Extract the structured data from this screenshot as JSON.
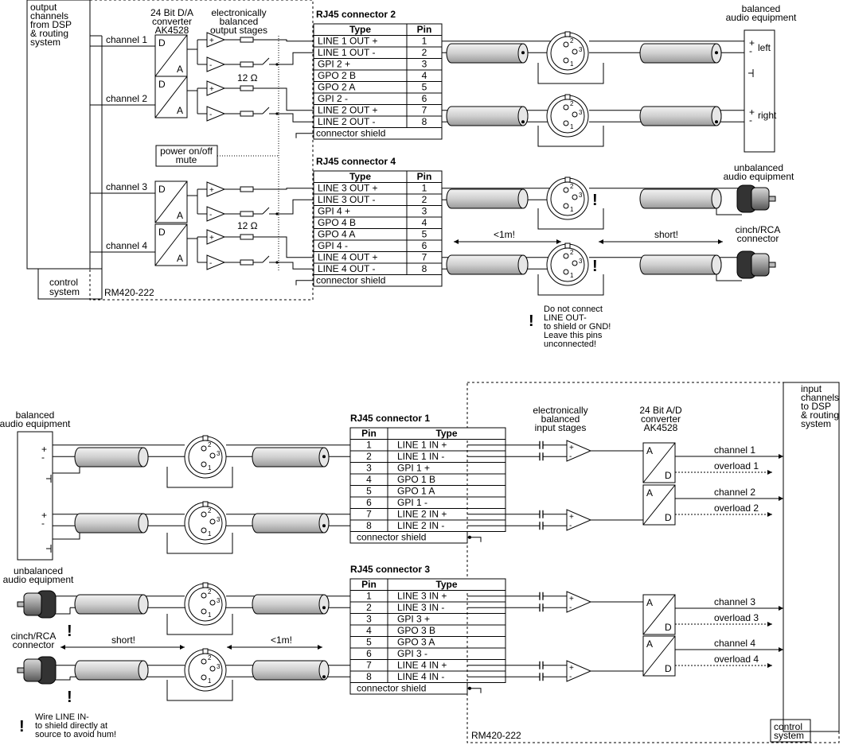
{
  "top": {
    "output_block": [
      "output",
      "channels",
      "from DSP",
      "& routing",
      "system"
    ],
    "dac_label": [
      "24 Bit D/A",
      "converter",
      "AK4528"
    ],
    "stage_label": [
      "electronically",
      "balanced",
      "output stages"
    ],
    "channels": [
      "channel 1",
      "channel 2",
      "channel 3",
      "channel 4"
    ],
    "resistor_top": "12 Ω",
    "resistor_bottom": "12 Ω",
    "mute": [
      "power on/off",
      "mute"
    ],
    "control_system": [
      "control",
      "system"
    ],
    "device": "RM420-222",
    "conn_a": {
      "title": "RJ45 connector 2",
      "header": [
        "Type",
        "Pin"
      ],
      "rows": [
        [
          "LINE 1 OUT +",
          "1"
        ],
        [
          "LINE 1 OUT -",
          "2"
        ],
        [
          "GPI 2 +",
          "3"
        ],
        [
          "GPO 2 B",
          "4"
        ],
        [
          "GPO 2 A",
          "5"
        ],
        [
          "GPI 2 -",
          "6"
        ],
        [
          "LINE 2 OUT +",
          "7"
        ],
        [
          "LINE 2 OUT -",
          "8"
        ]
      ],
      "shield": "connector shield"
    },
    "conn_b": {
      "title": "RJ45 connector 4",
      "header": [
        "Type",
        "Pin"
      ],
      "rows": [
        [
          "LINE 3 OUT +",
          "1"
        ],
        [
          "LINE 3 OUT -",
          "2"
        ],
        [
          "GPI 4 +",
          "3"
        ],
        [
          "GPO 4 B",
          "4"
        ],
        [
          "GPO 4 A",
          "5"
        ],
        [
          "GPI 4 -",
          "6"
        ],
        [
          "LINE 4 OUT +",
          "7"
        ],
        [
          "LINE 4 OUT -",
          "8"
        ]
      ],
      "shield": "connector shield"
    },
    "balanced_equipment": [
      "balanced",
      "audio equipment"
    ],
    "left": "left",
    "right": "right",
    "unbalanced_equipment": [
      "unbalanced",
      "audio equipment"
    ],
    "cinch": [
      "cinch/RCA",
      "connector"
    ],
    "dist_short": "<1m!",
    "dist_long": "short!",
    "warning": [
      "Do not connect",
      "LINE OUT-",
      "to shield or GND!",
      "Leave this pins",
      "unconnected!"
    ]
  },
  "bottom": {
    "balanced_equipment": [
      "balanced",
      "audio equipment"
    ],
    "unbalanced_equipment": [
      "unbalanced",
      "audio equipment"
    ],
    "cinch": [
      "cinch/RCA",
      "connector"
    ],
    "dist_short": "<1m!",
    "dist_long": "short!",
    "warning": [
      "Wire LINE IN-",
      "to shield directly at",
      "source to avoid hum!"
    ],
    "stage_label": [
      "electronically",
      "balanced",
      "input stages"
    ],
    "adc_label": [
      "24 Bit A/D",
      "converter",
      "AK4528"
    ],
    "input_block": [
      "input",
      "channels",
      "to DSP",
      "& routing",
      "system"
    ],
    "control_system": [
      "control",
      "system"
    ],
    "device": "RM420-222",
    "outputs": [
      "channel 1",
      "overload 1",
      "channel 2",
      "overload 2",
      "channel 3",
      "overload 3",
      "channel 4",
      "overload 4"
    ],
    "conn_a": {
      "title": "RJ45 connector 1",
      "header": [
        "Pin",
        "Type"
      ],
      "rows": [
        [
          "1",
          "LINE 1 IN +"
        ],
        [
          "2",
          "LINE 1 IN -"
        ],
        [
          "3",
          "GPI 1 +"
        ],
        [
          "4",
          "GPO 1 B"
        ],
        [
          "5",
          "GPO 1 A"
        ],
        [
          "6",
          "GPI 1 -"
        ],
        [
          "7",
          "LINE 2 IN +"
        ],
        [
          "8",
          "LINE 2 IN -"
        ]
      ],
      "shield": "connector shield"
    },
    "conn_b": {
      "title": "RJ45 connector 3",
      "header": [
        "Pin",
        "Type"
      ],
      "rows": [
        [
          "1",
          "LINE 3 IN +"
        ],
        [
          "2",
          "LINE 3 IN -"
        ],
        [
          "3",
          "GPI 3 +"
        ],
        [
          "4",
          "GPO 3 B"
        ],
        [
          "5",
          "GPO 3 A"
        ],
        [
          "6",
          "GPI 3 -"
        ],
        [
          "7",
          "LINE 4 IN +"
        ],
        [
          "8",
          "LINE 4 IN -"
        ]
      ],
      "shield": "connector shield"
    }
  },
  "symbols": {
    "plus": "+",
    "minus": "-",
    "conv_d": "D",
    "conv_a": "A",
    "exclaim": "!",
    "xlr_pins": [
      "1",
      "2",
      "3"
    ]
  }
}
